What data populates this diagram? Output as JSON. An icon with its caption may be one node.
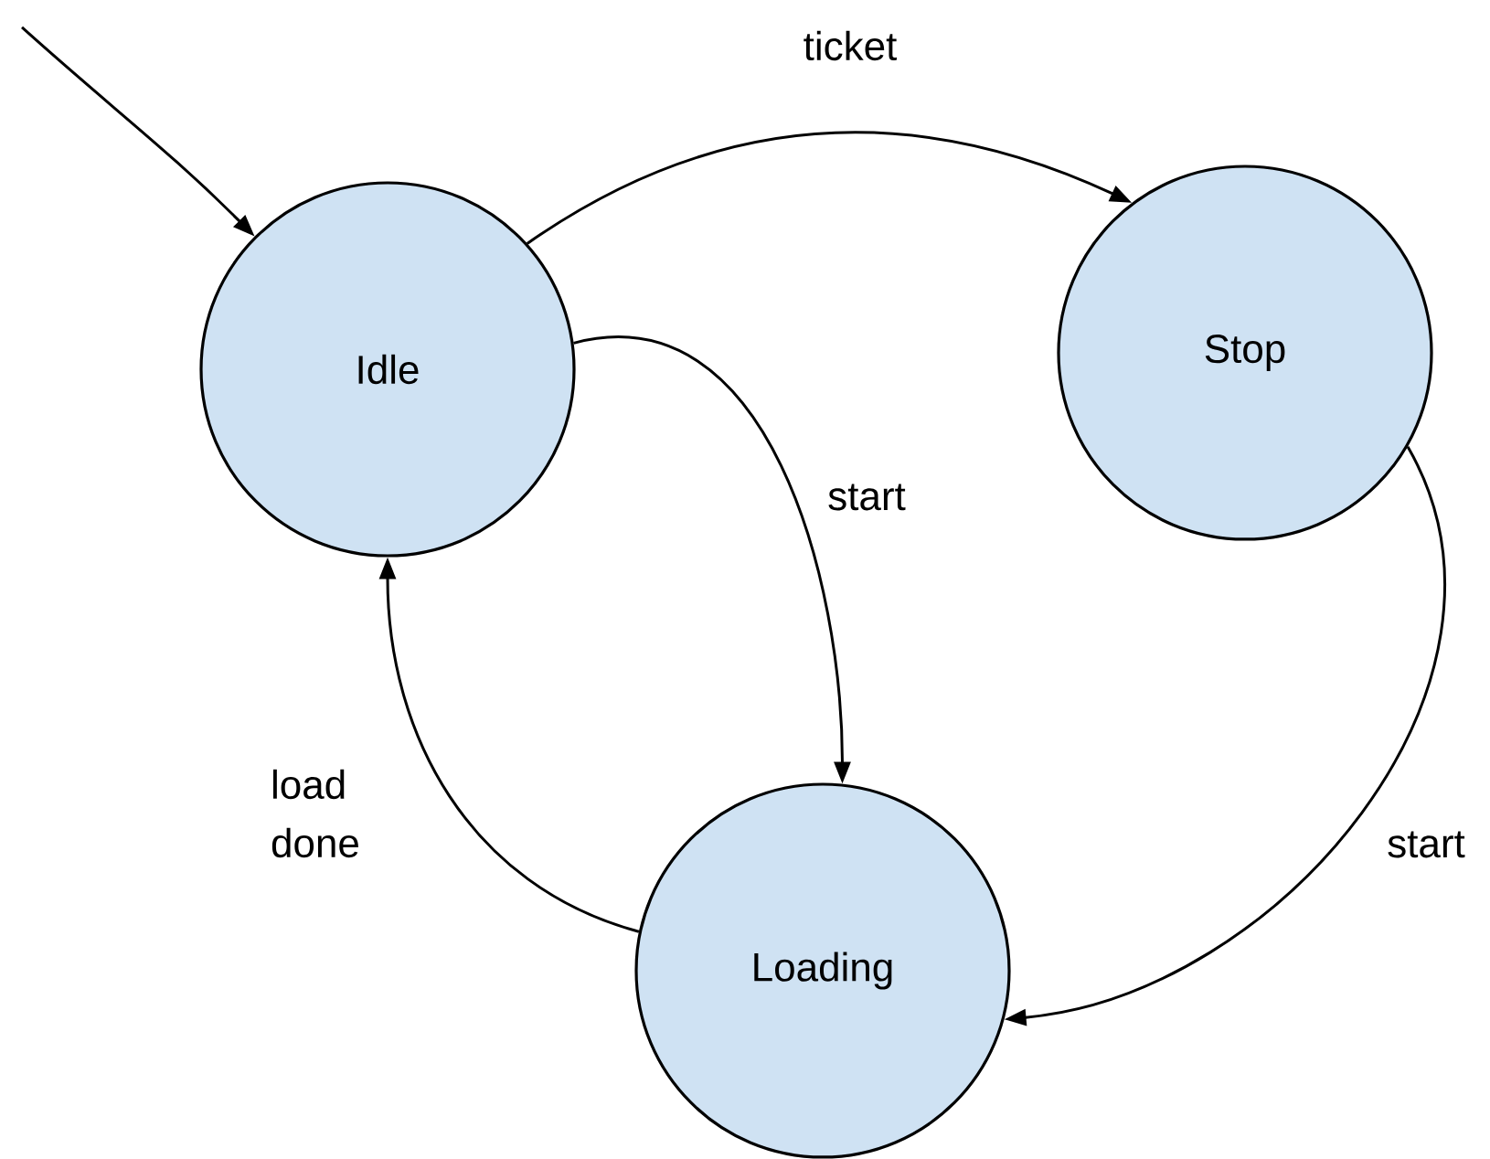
{
  "diagram": {
    "nodes": [
      {
        "text": [
          "Idle"
        ]
      },
      {
        "text": [
          "Stop"
        ]
      },
      {
        "text": [
          "Loading"
        ]
      }
    ],
    "edges": [
      {
        "from": null,
        "to": 0,
        "arrow": "to"
      },
      {
        "from": 0,
        "to": 1,
        "arrow": "to",
        "label": "ticket"
      },
      {
        "from": 0,
        "to": 2,
        "arrow": "to",
        "label": "start"
      },
      {
        "from": 2,
        "to": 0,
        "arrow": "to",
        "label": "load done"
      },
      {
        "from": 1,
        "to": 2,
        "arrow": "to",
        "label": "start"
      }
    ]
  }
}
